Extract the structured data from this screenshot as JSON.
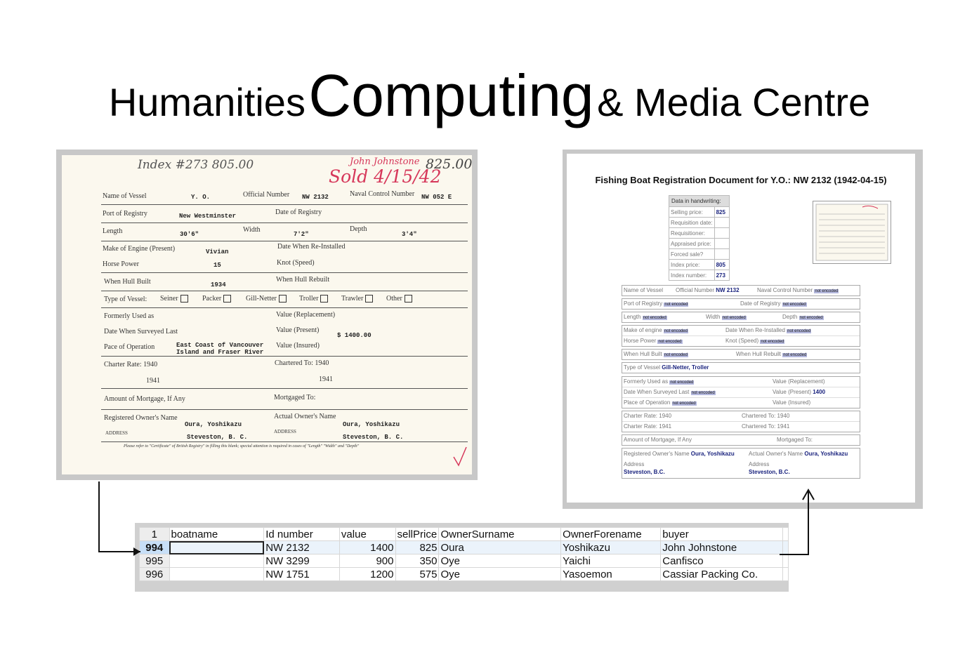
{
  "title": {
    "part1": "Humanities",
    "part2": "Computing",
    "part3": "& Media Centre"
  },
  "scan": {
    "hand_index": "Index #273 805.00",
    "hand_name": "John Johnstone",
    "hand_price": "825.00",
    "hand_sold": "Sold 4/15/42",
    "name_of_vessel_label": "Name of Vessel",
    "name_of_vessel_value": "Y. O.",
    "official_number_label": "Official Number",
    "official_number_value": "NW 2132",
    "naval_control_label": "Naval Control Number",
    "naval_control_value": "NW 052 E",
    "port_label": "Port of Registry",
    "port_value": "New Westminster",
    "date_registry_label": "Date of Registry",
    "length_label": "Length",
    "length_value": "30'6\"",
    "width_label": "Width",
    "width_value": "7'2\"",
    "depth_label": "Depth",
    "depth_value": "3'4\"",
    "engine_label": "Make of Engine (Present)",
    "engine_value": "Vivian",
    "reinstalled_label": "Date When Re-Installed",
    "horse_power_label": "Horse Power",
    "horse_power_value": "15",
    "knot_label": "Knot (Speed)",
    "hull_built_label": "When Hull Built",
    "hull_built_value": "1934",
    "hull_rebuilt_label": "When Hull Rebuilt",
    "type_label": "Type of Vessel:",
    "types": [
      "Seiner",
      "Packer",
      "Gill-Netter",
      "Troller",
      "Trawler",
      "Other"
    ],
    "formerly_label": "Formerly Used as",
    "value_repl_label": "Value (Replacement)",
    "surveyed_label": "Date When Surveyed Last",
    "value_present_label": "Value (Present)",
    "value_present_value": "$ 1400.00",
    "operation_label": "Pace of Operation",
    "operation_value1": "East Coast of Vancouver",
    "operation_value2": "Island and Fraser River",
    "value_insured_label": "Value (Insured)",
    "charter_label": "Charter Rate: 1940",
    "charter_1941": "1941",
    "chartered_label": "Chartered To: 1940",
    "chartered_1941": "1941",
    "mortgage_label": "Amount of Mortgage, If Any",
    "mortgaged_label": "Mortgaged To:",
    "reg_owner_label": "Registered Owner's Name",
    "reg_owner_value": "Oura, Yoshikazu",
    "act_owner_label": "Actual Owner's Name",
    "act_owner_value": "Oura, Yoshikazu",
    "address_label": "ADDRESS",
    "address_value": "Steveston, B. C.",
    "footnote": "Please refer to \"Certificate\" of British Registry\" in filling this blank; special attention is required in cases of \"Length\" \"Width\" and \"Depth\""
  },
  "render": {
    "title": "Fishing Boat Registration Document for Y.O.: NW 2132 (1942-04-15)",
    "handwriting_header": "Data in handwriting:",
    "handwriting_rows": [
      {
        "label": "Selling price:",
        "value": "825"
      },
      {
        "label": "Requisition date:",
        "value": ""
      },
      {
        "label": "Requisitioner:",
        "value": ""
      },
      {
        "label": "Appraised price:",
        "value": ""
      },
      {
        "label": "Forced sale?",
        "value": ""
      },
      {
        "label": "Index price:",
        "value": "805"
      },
      {
        "label": "Index number:",
        "value": "273"
      }
    ],
    "not_encoded": "not encoded",
    "name_of_vessel": "Name of Vessel",
    "official_number": "Official Number",
    "official_number_value": "NW 2132",
    "naval_control": "Naval Control Number",
    "port": "Port of Registry",
    "date_registry": "Date of Registry",
    "length": "Length",
    "width": "Width",
    "depth": "Depth",
    "make_engine": "Make of engine",
    "reinstalled": "Date When Re-Installed",
    "horse_power": "Horse Power",
    "knot": "Knot (Speed)",
    "hull_built": "When Hull Built",
    "hull_rebuilt": "When Hull Rebuilt",
    "type_vessel": "Type of Vessel",
    "type_vessel_value": "Gill-Netter, Troller",
    "formerly": "Formerly Used as",
    "value_repl": "Value (Replacement)",
    "surveyed": "Date When Surveyed Last",
    "value_present": "Value (Present)",
    "value_present_value": "1400",
    "operation": "Place of Operation",
    "value_insured": "Value (Insured)",
    "charter_1940": "Charter Rate: 1940",
    "chartered_1940": "Chartered To: 1940",
    "charter_1941": "Charter Rate: 1941",
    "chartered_1941": "Chartered To: 1941",
    "mortgage": "Amount of Mortgage, If Any",
    "mortgaged": "Mortgaged To:",
    "reg_owner": "Registered Owner's Name",
    "reg_owner_value": "Oura, Yoshikazu",
    "act_owner": "Actual Owner's Name",
    "act_owner_value": "Oura, Yoshikazu",
    "address": "Address",
    "address_value": "Steveston, B.C."
  },
  "sheet": {
    "header_row": "1",
    "columns": [
      "boatname",
      "Id number",
      "value",
      "sellPrice",
      "OwnerSurname",
      "OwnerForename",
      "buyer"
    ],
    "rows": [
      {
        "row": "994",
        "boatname": "",
        "id": "NW 2132",
        "value": "1400",
        "sell": "825",
        "surname": "Oura",
        "forename": "Yoshikazu",
        "buyer": "John Johnstone"
      },
      {
        "row": "995",
        "boatname": "",
        "id": "NW 3299",
        "value": "900",
        "sell": "350",
        "surname": "Oye",
        "forename": "Yaichi",
        "buyer": "Canfisco"
      },
      {
        "row": "996",
        "boatname": "",
        "id": "NW 1751",
        "value": "1200",
        "sell": "575",
        "surname": "Oye",
        "forename": "Yasoemon",
        "buyer": "Cassiar Packing Co."
      }
    ]
  }
}
